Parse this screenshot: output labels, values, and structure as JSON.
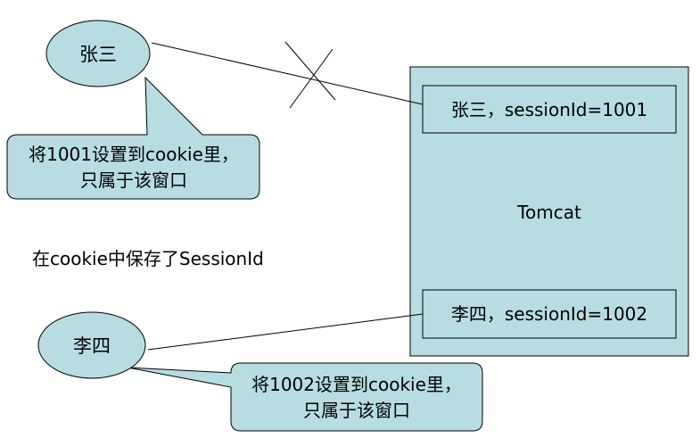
{
  "nodes": {
    "zhangsan": "张三",
    "lisi": "李四"
  },
  "server": {
    "label": "Tomcat",
    "session_1": "张三，sessionId=1001",
    "session_2": "李四，sessionId=1002"
  },
  "callouts": {
    "top_line1": "将1001设置到cookie里，",
    "top_line2": "只属于该窗口",
    "bottom_line1": "将1002设置到cookie里，",
    "bottom_line2": "只属于该窗口"
  },
  "note": "在cookie中保存了SessionId",
  "colors": {
    "shape_fill": "#b7dde2",
    "stroke": "#000000"
  }
}
